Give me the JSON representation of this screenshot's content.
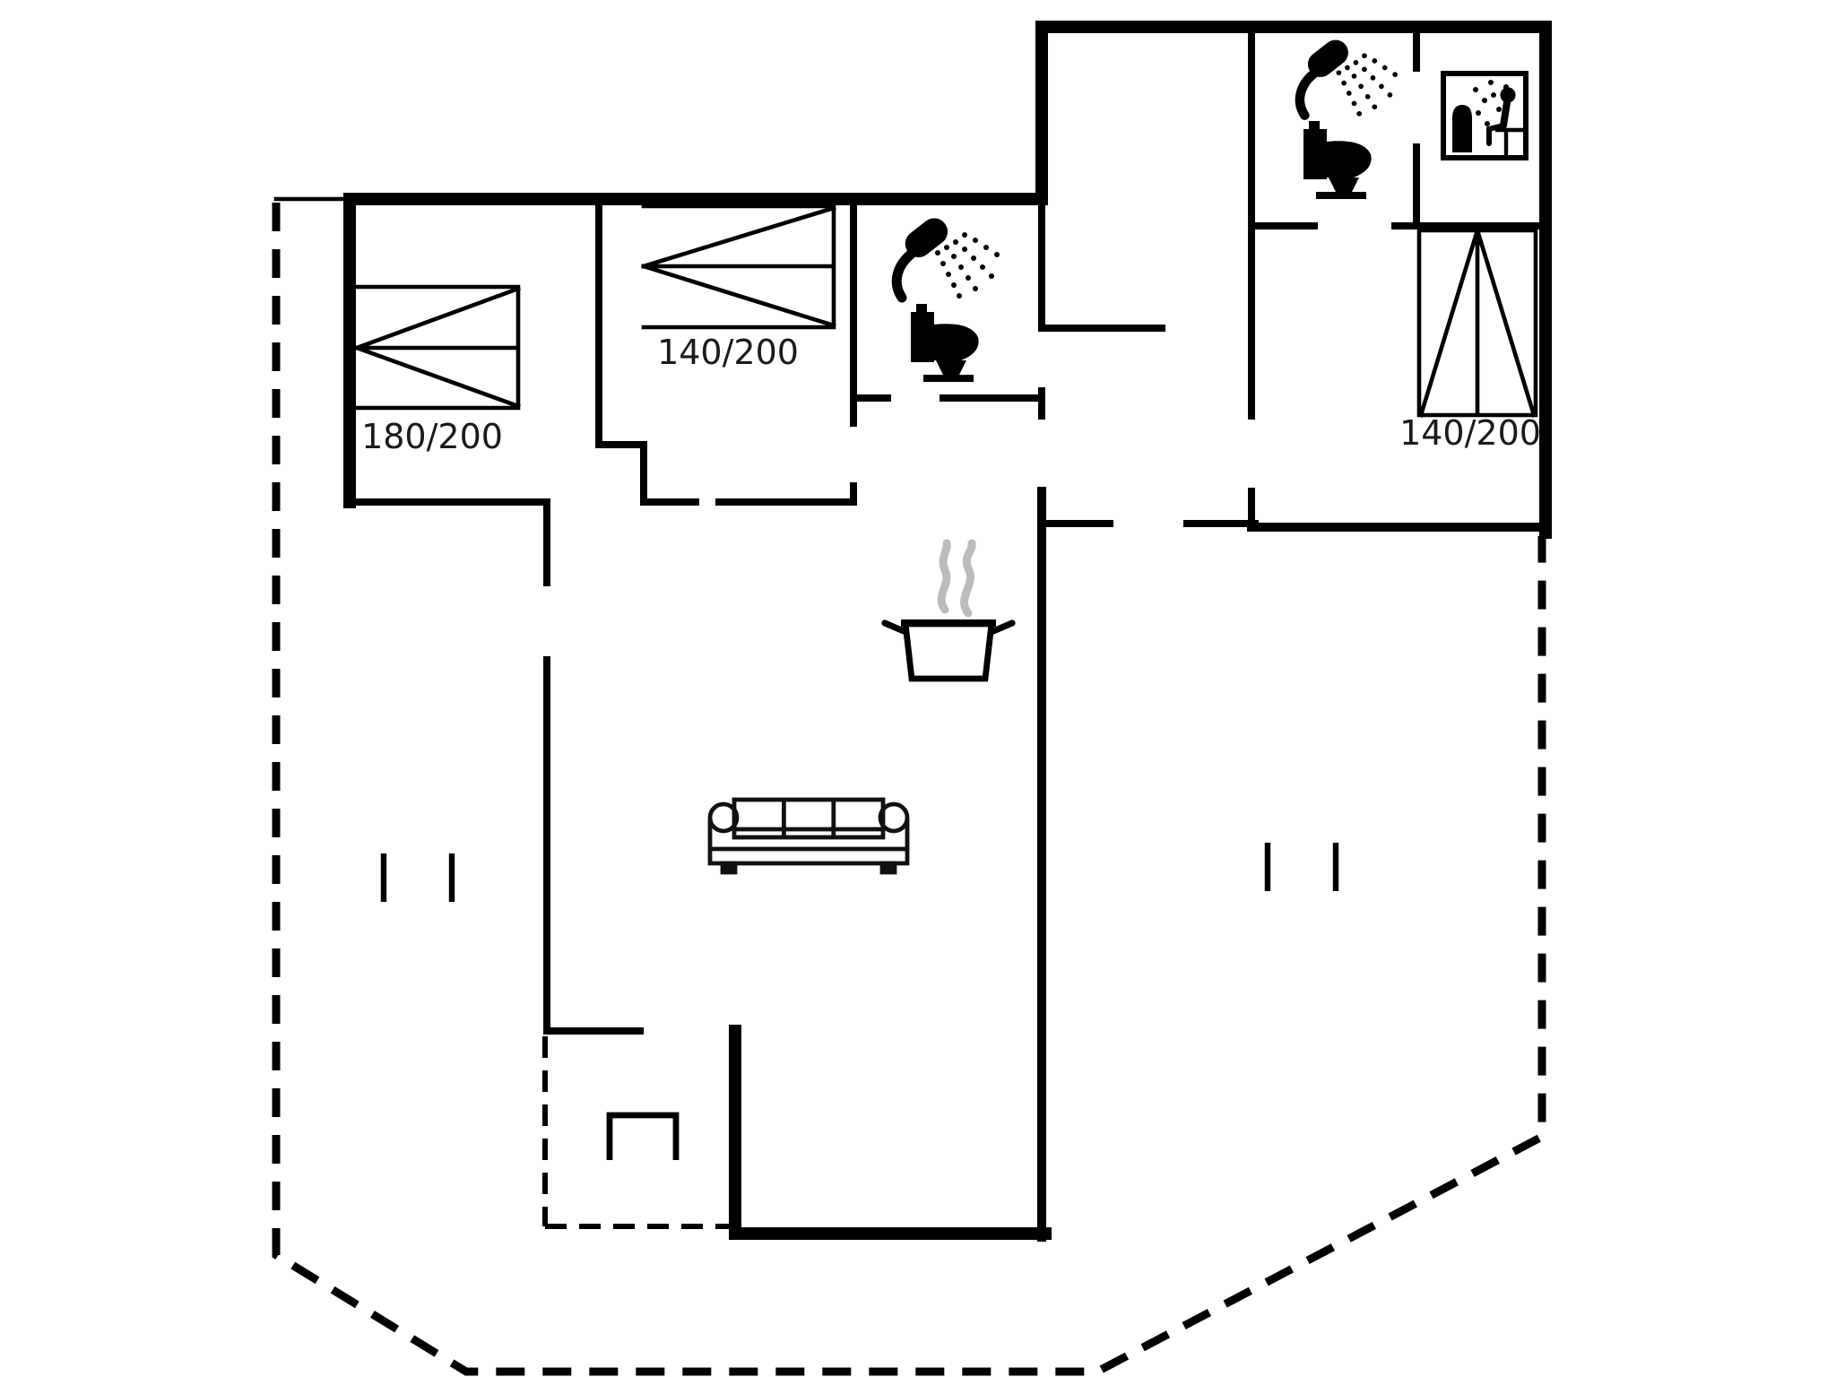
{
  "title": "Holiday house floor plan",
  "colors": {
    "background": "#ffffff",
    "walls": "#000000",
    "steam": "#bcbcbc",
    "text": "#1a1a1a"
  },
  "beds": [
    {
      "id": "bed-1",
      "label": "180/200"
    },
    {
      "id": "bed-2",
      "label": "140/200"
    },
    {
      "id": "bed-3",
      "label": "140/200"
    }
  ],
  "icons": [
    "shower-icon",
    "toilet-icon",
    "shower-icon",
    "toilet-icon",
    "sauna-icon",
    "cooking-pot-icon",
    "steam-icon",
    "sofa-icon",
    "fireplace-icon",
    "window-opening-marks",
    "terrace-dashed-outline"
  ]
}
